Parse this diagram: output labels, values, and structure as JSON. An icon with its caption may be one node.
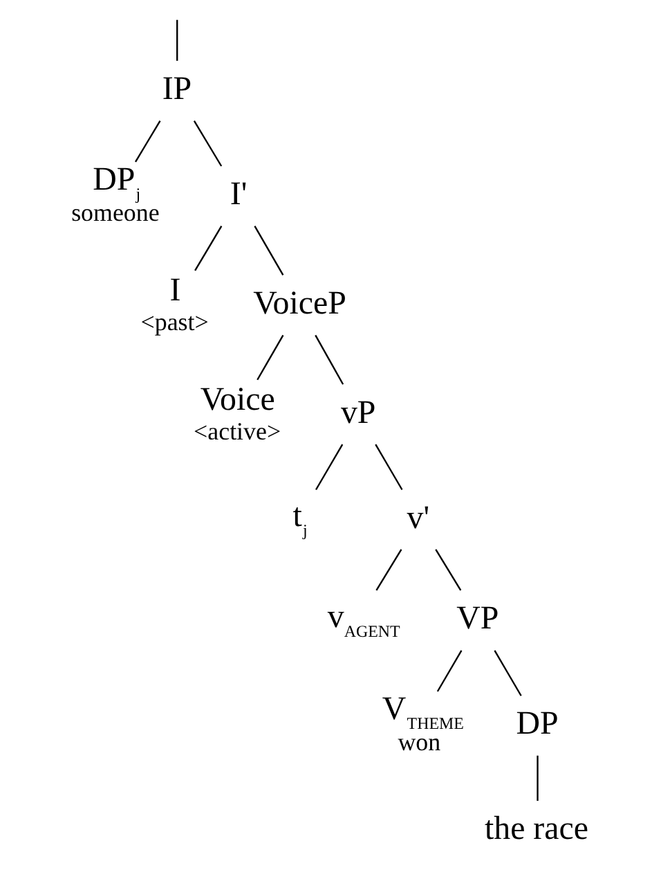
{
  "diagram": {
    "nodes": [
      {
        "text": [
          "IP"
        ]
      },
      {
        "text": [
          "DP$_{j}$",
          "someone"
        ]
      },
      {
        "text": [
          "I'"
        ]
      },
      {
        "text": [
          "I",
          "<past>"
        ]
      },
      {
        "text": [
          "VoiceP"
        ]
      },
      {
        "text": [
          "Voice",
          "<active>"
        ]
      },
      {
        "text": [
          "vP"
        ]
      },
      {
        "text": [
          "t$_{j}$"
        ]
      },
      {
        "text": [
          "v'"
        ]
      },
      {
        "text": [
          "v$_{AGENT}$"
        ]
      },
      {
        "text": [
          "VP"
        ]
      },
      {
        "text": [
          "V$_{THEME}$",
          "won"
        ]
      },
      {
        "text": [
          "DP"
        ]
      },
      {
        "text": [
          "the race"
        ]
      }
    ],
    "edges": [
      {
        "from": null,
        "to": 0,
        "arrow": "none"
      },
      {
        "from": 0,
        "to": 1,
        "arrow": "none"
      },
      {
        "from": 0,
        "to": 2,
        "arrow": "none"
      },
      {
        "from": 2,
        "to": 3,
        "arrow": "none"
      },
      {
        "from": 2,
        "to": 4,
        "arrow": "none"
      },
      {
        "from": 4,
        "to": 5,
        "arrow": "none"
      },
      {
        "from": 4,
        "to": 6,
        "arrow": "none"
      },
      {
        "from": 6,
        "to": 7,
        "arrow": "none"
      },
      {
        "from": 6,
        "to": 8,
        "arrow": "none"
      },
      {
        "from": 8,
        "to": 9,
        "arrow": "none"
      },
      {
        "from": 8,
        "to": 10,
        "arrow": "none"
      },
      {
        "from": 10,
        "to": 11,
        "arrow": "none"
      },
      {
        "from": 10,
        "to": 12,
        "arrow": "none"
      },
      {
        "from": 12,
        "to": 13,
        "arrow": "none"
      }
    ]
  }
}
